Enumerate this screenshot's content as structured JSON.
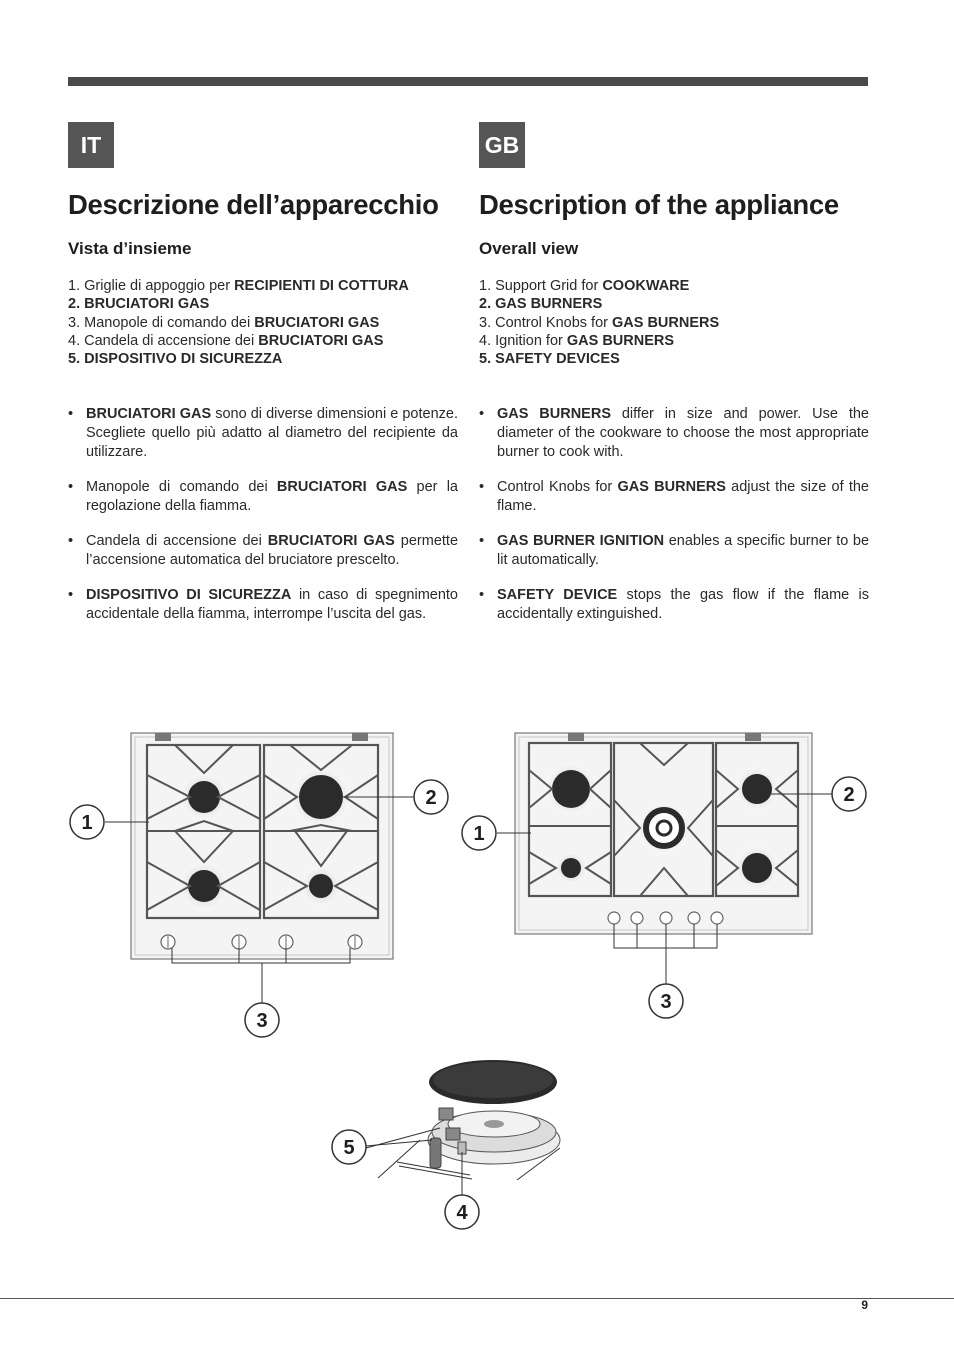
{
  "page_number": "9",
  "it": {
    "lang": "IT",
    "title": "Descrizione dell’apparecchio",
    "subtitle": "Vista d’insieme",
    "list": [
      {
        "num": "1.",
        "text": "Griglie di appoggio per ",
        "bold": "RECIPIENTI DI COTTURA"
      },
      {
        "num": "2.",
        "text": "",
        "bold": "BRUCIATORI GAS"
      },
      {
        "num": "3.",
        "text": "Manopole di comando dei ",
        "bold": "BRUCIATORI GAS"
      },
      {
        "num": "4.",
        "text": "Candela di accensione dei ",
        "bold": "BRUCIATORI GAS"
      },
      {
        "num": "5.",
        "text": "",
        "bold": "DISPOSITIVO DI SICUREZZA"
      }
    ],
    "bullets": [
      {
        "pre": "",
        "bold": "BRUCIATORI GAS",
        "post": " sono di diverse dimensioni e potenze. Scegliete quello più adatto al diametro del recipiente da utilizzare."
      },
      {
        "pre": "Manopole di comando dei ",
        "bold": "BRUCIATORI GAS",
        "post": " per la regolazione della fiamma."
      },
      {
        "pre": "Candela di accensione dei ",
        "bold": "BRUCIATORI GAS",
        "post": " permette l’accensione automatica del bruciatore prescelto."
      },
      {
        "pre": "",
        "bold": "DISPOSITIVO DI SICUREZZA",
        "post": " in caso di spegnimento accidentale della fiamma, interrompe l’uscita del gas."
      }
    ]
  },
  "gb": {
    "lang": "GB",
    "title": "Description of the appliance",
    "subtitle": "Overall view",
    "list": [
      {
        "num": "1.",
        "text": "Support Grid for ",
        "bold": "COOKWARE"
      },
      {
        "num": "2.",
        "text": "",
        "bold": "GAS BURNERS"
      },
      {
        "num": "3.",
        "text": "Control Knobs for ",
        "bold": "GAS BURNERS"
      },
      {
        "num": "4.",
        "text": "Ignition for ",
        "bold": "GAS BURNERS"
      },
      {
        "num": "5.",
        "text": "",
        "bold": "SAFETY DEVICES"
      }
    ],
    "bullets": [
      {
        "pre": "",
        "bold": "GAS BURNERS",
        "post": " differ in size and power. Use the diameter of the cookware to choose the most appropriate burner to cook with."
      },
      {
        "pre": "Control Knobs for ",
        "bold": "GAS BURNERS",
        "post": " adjust the size of the flame."
      },
      {
        "pre": "",
        "bold": "GAS BURNER IGNITION",
        "post": " enables a specific burner to be lit automatically."
      },
      {
        "pre": "",
        "bold": "SAFETY DEVICE",
        "post": " stops the gas flow if the flame is accidentally extinguished."
      }
    ]
  },
  "callouts": {
    "c1": "1",
    "c2": "2",
    "c3": "3",
    "c4": "4",
    "c5": "5"
  }
}
